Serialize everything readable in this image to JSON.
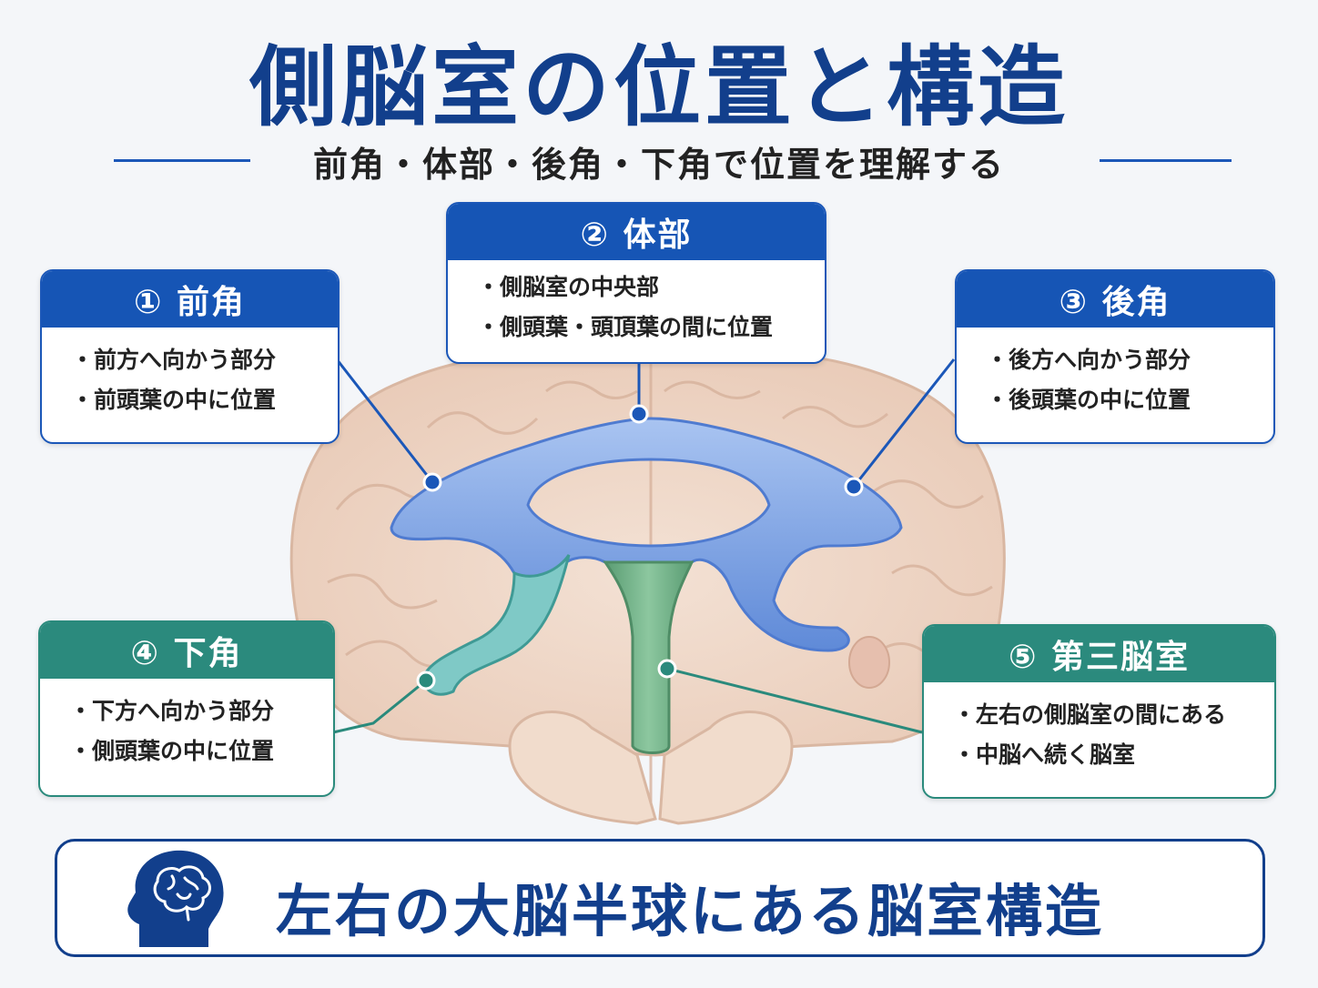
{
  "title": "側脳室の位置と構造",
  "subtitle": "前角・体部・後角・下角で位置を理解する",
  "cards": [
    {
      "id": "anterior",
      "header": "① 前角",
      "lines": [
        "・前方へ向かう部分",
        "・前頭葉の中に位置"
      ],
      "color": "#1655b5"
    },
    {
      "id": "body",
      "header": "② 体部",
      "lines": [
        "・側脳室の中央部",
        "・側頭葉・頭頂葉の間に位置"
      ],
      "color": "#1655b5"
    },
    {
      "id": "posterior",
      "header": "③ 後角",
      "lines": [
        "・後方へ向かう部分",
        "・後頭葉の中に位置"
      ],
      "color": "#1655b5"
    },
    {
      "id": "inferior",
      "header": "④ 下角",
      "lines": [
        "・下方へ向かう部分",
        "・側頭葉の中に位置"
      ],
      "color": "#2b8a7d"
    },
    {
      "id": "third",
      "header": "⑤ 第三脳室",
      "lines": [
        "・左右の側脳室の間にある",
        "・中脳へ続く脳室"
      ],
      "color": "#2b8a7d"
    }
  ],
  "banner": {
    "text": "左右の大脳半球にある脳室構造",
    "icon": "head-brain-icon"
  },
  "colors": {
    "navy": "#123f8c",
    "blue": "#1655b5",
    "teal": "#2b8a7d",
    "ventricle": "#7fa5e6",
    "third_ventricle": "#73b08a",
    "brain": "#f0dccd"
  }
}
